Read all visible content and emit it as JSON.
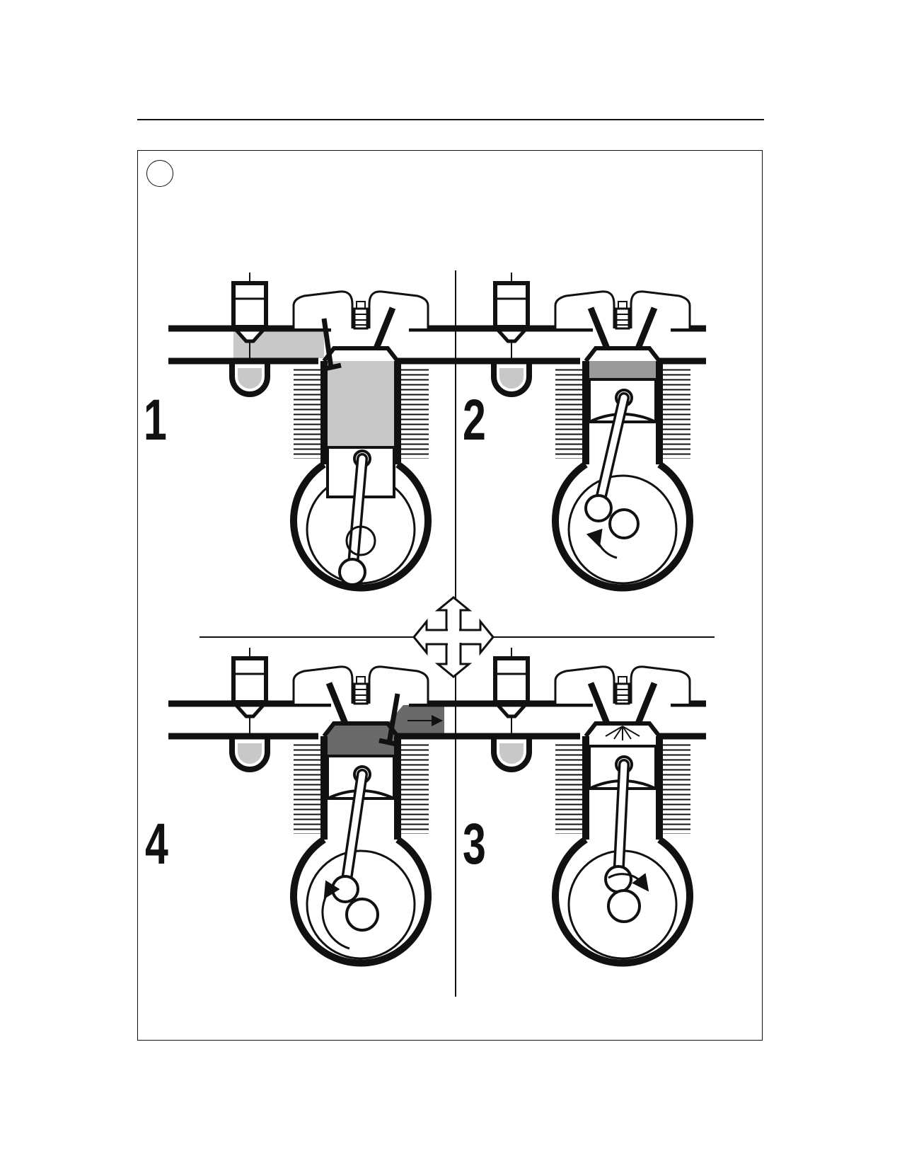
{
  "figure": {
    "strokes": [
      {
        "id": "1",
        "label": "1"
      },
      {
        "id": "2",
        "label": "2"
      },
      {
        "id": "3",
        "label": "3"
      },
      {
        "id": "4",
        "label": "4"
      }
    ]
  },
  "colors": {
    "ink": "#111111",
    "fresh_charge": "#c8c8c8",
    "compressed_charge": "#9a9a9a",
    "exhaust_gas": "#6a6a6a",
    "paper": "#ffffff"
  }
}
